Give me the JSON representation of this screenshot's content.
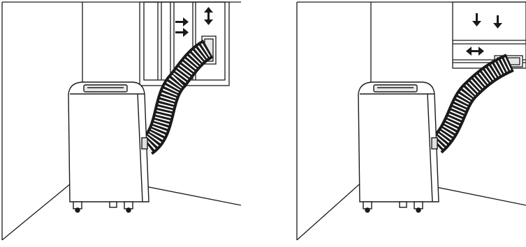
{
  "figure": {
    "panels": [
      {
        "id": "left",
        "window_orientation": "vertical-sliding",
        "arrows": [
          "right",
          "right",
          "up-down"
        ]
      },
      {
        "id": "right",
        "window_orientation": "horizontal-sliding",
        "arrows": [
          "down",
          "down",
          "left-right"
        ]
      }
    ],
    "colors": {
      "line": "#1a1a1a",
      "background": "#ffffff",
      "shade": "#d9d9d9"
    }
  }
}
